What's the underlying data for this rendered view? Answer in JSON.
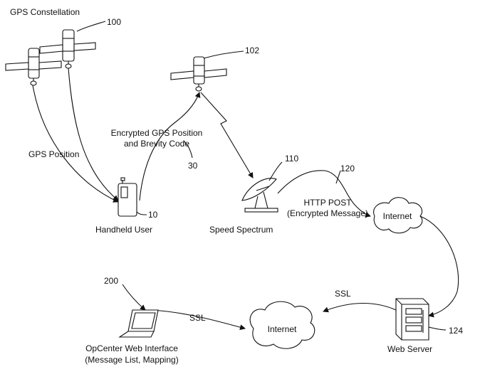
{
  "labels": {
    "gps_constellation": "GPS Constellation",
    "gps_position": "GPS Position",
    "encrypted_line1": "Encrypted GPS Position",
    "encrypted_line2": "and Brevity Code",
    "handheld_user": "Handheld User",
    "speed_spectrum": "Speed Spectrum",
    "http_post_line1": "HTTP POST",
    "http_post_line2": "(Encrypted Message)",
    "internet_top": "Internet",
    "internet_bottom": "Internet",
    "ssl_left": "SSL",
    "ssl_right": "SSL",
    "web_server": "Web Server",
    "opcenter_line1": "OpCenter Web Interface",
    "opcenter_line2": "(Message List, Mapping)"
  },
  "refs": {
    "constellation": "100",
    "satellite": "102",
    "message": "30",
    "handheld": "10",
    "dish": "110",
    "http": "120",
    "web_interface": "200",
    "server": "124"
  },
  "icons": [
    "satellite-icon",
    "handheld-device-icon",
    "satellite-dish-icon",
    "cloud-icon",
    "server-icon",
    "laptop-icon"
  ]
}
